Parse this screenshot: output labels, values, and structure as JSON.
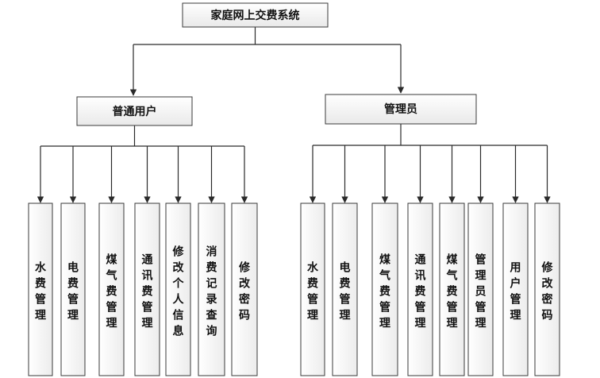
{
  "root": {
    "label": "家庭网上交费系统"
  },
  "branches": [
    {
      "id": "user",
      "label": "普通用户",
      "children": [
        "水费管理",
        "电费管理",
        "煤气费管理",
        "通讯费管理",
        "修改个人信息",
        "消费记录查询",
        "修改密码"
      ]
    },
    {
      "id": "admin",
      "label": "管理员",
      "children": [
        "水费管理",
        "电费管理",
        "煤气费管理",
        "通讯费管理",
        "煤气费管理",
        "管理员管理",
        "用户管理",
        "修改密码"
      ]
    }
  ]
}
